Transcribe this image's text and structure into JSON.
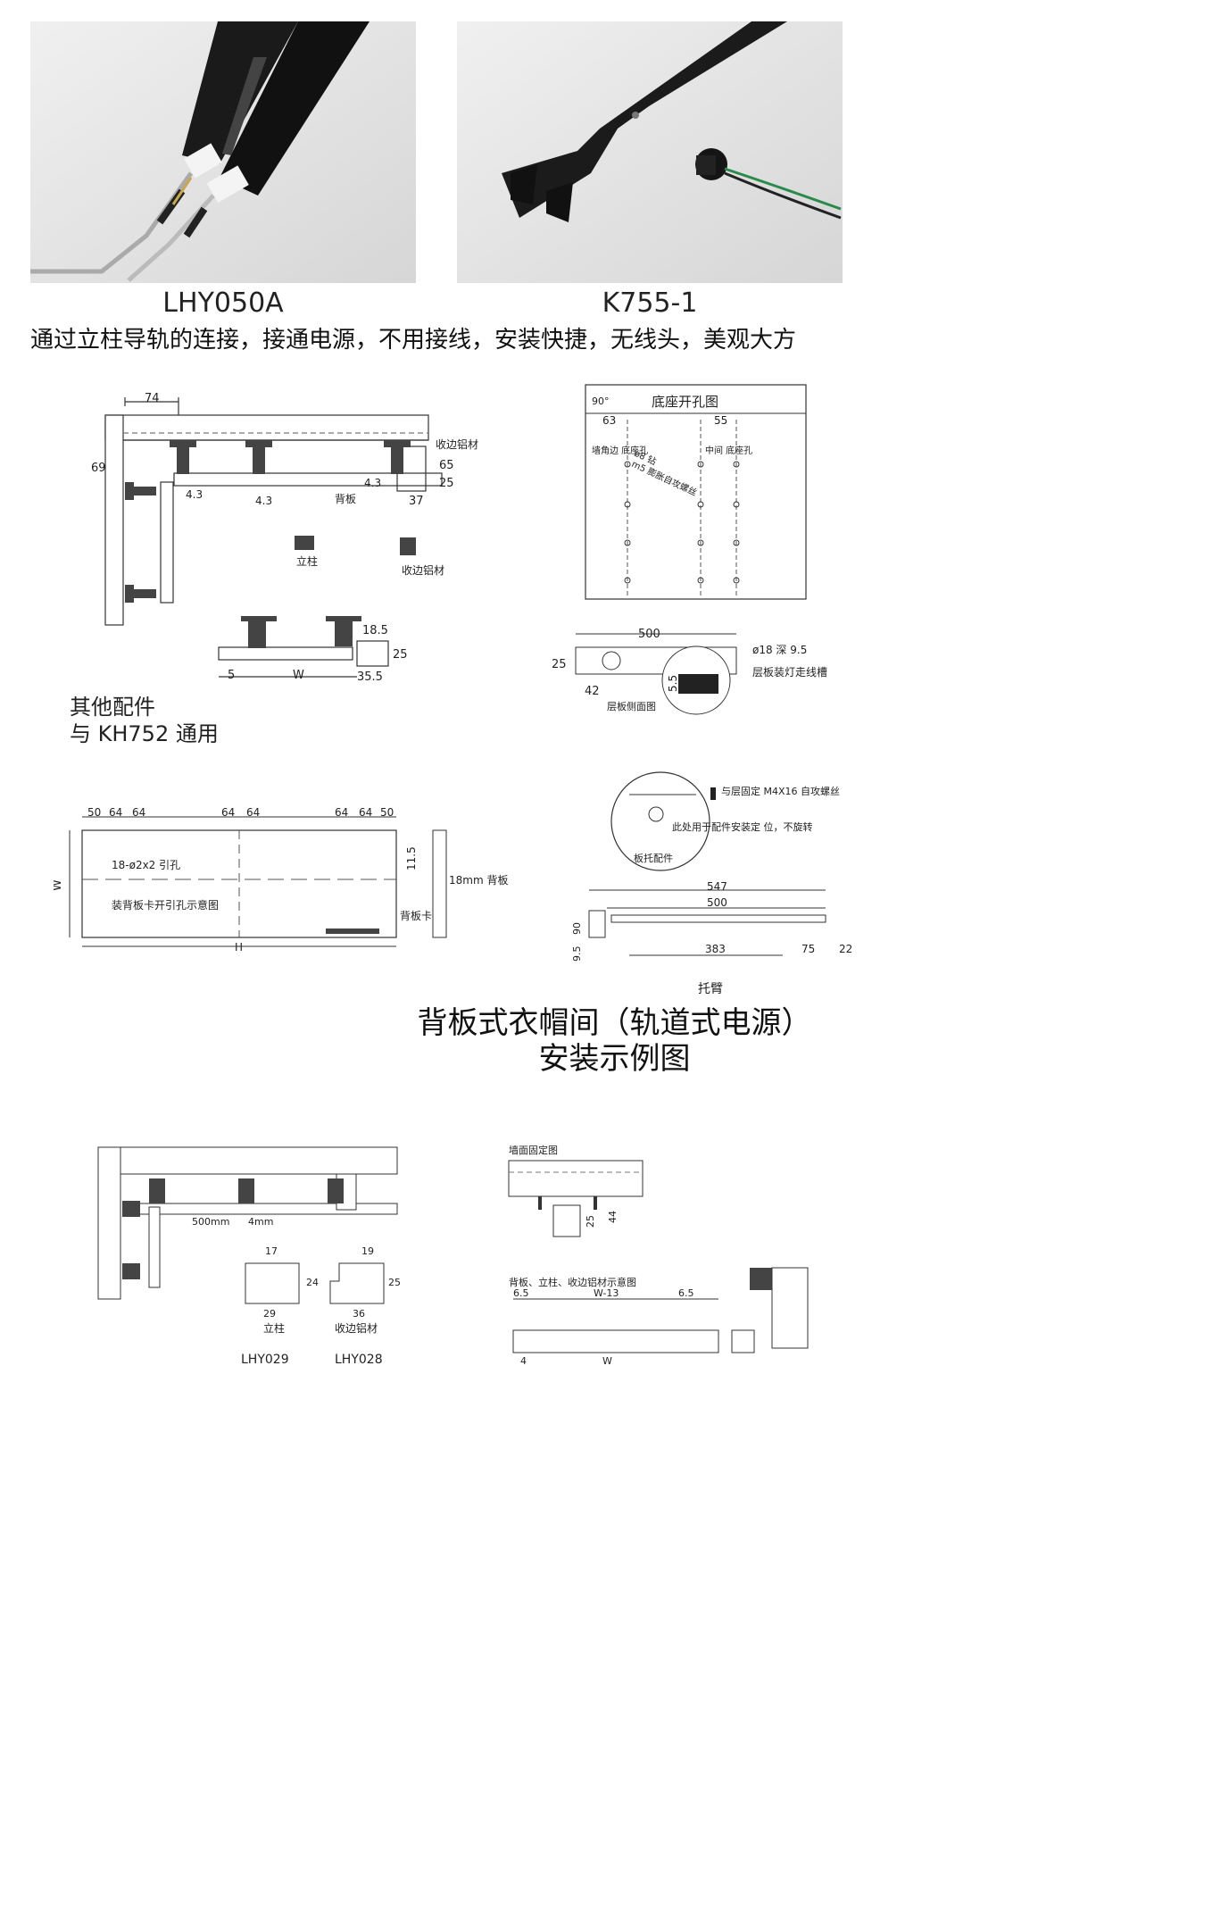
{
  "photos": {
    "left_caption": "LHY050A",
    "right_caption": "K755-1",
    "description": "通过立柱导轨的连接，接通电源，不用接线，安装快捷，无线头，美观大方"
  },
  "fig1": {
    "d74": "74",
    "d69": "69",
    "d65": "65",
    "d25": "25",
    "d43a": "4.3",
    "d43b": "4.3",
    "d43c": "4.3",
    "d37": "37",
    "edge_label": "收边铝材",
    "back_label": "背板",
    "post_label": "立柱",
    "edge_label2": "收边铝材",
    "d185": "18.5",
    "d25b": "25",
    "d5": "5",
    "dW": "W",
    "d355": "35.5"
  },
  "fig2": {
    "title": "底座开孔图",
    "angle": "90°",
    "d63": "63",
    "d55": "55",
    "corner_hole": "墙角边\n底座孔",
    "mid_hole": "中间\n底座孔",
    "screw_a": "ø8 钻",
    "screw_b": "m5 膨胀自攻螺丝"
  },
  "fig3": {
    "d500": "500",
    "d25": "25",
    "d42": "42",
    "d55": "5.5",
    "hole": "ø18 深 9.5",
    "groove": "层板装灯走线槽",
    "side_label": "层板侧面图"
  },
  "other": {
    "line1": "其他配件",
    "line2": "与 KH752 通用"
  },
  "fig4": {
    "d50a": "50",
    "d64a": "64",
    "d64b": "64",
    "d64c": "64",
    "d64d": "64",
    "d64e": "64",
    "d64f": "64",
    "d50b": "50",
    "holes": "18-ø2x2 引孔",
    "dW": "W",
    "note": "装背板卡开引孔示意图",
    "dH": "H",
    "d115": "11.5",
    "board": "18mm 背板",
    "clip": "背板卡"
  },
  "fig5": {
    "screw": "与层固定\nM4X16 自攻螺丝",
    "note": "此处用于配件安装定\n位，不旋转",
    "bracket": "板托配件",
    "d547": "547",
    "d500": "500",
    "d90": "90",
    "d95": "9.5",
    "d383": "383",
    "d75": "75",
    "d22": "22",
    "label": "托臂"
  },
  "section_title": {
    "line1": "背板式衣帽间（轨道式电源）",
    "line2": "安装示例图"
  },
  "fig6": {
    "d500mm": "500mm",
    "d4mm": "4mm",
    "d17": "17",
    "d24": "24",
    "d29": "29",
    "post": "立柱",
    "code1": "LHY029",
    "d19": "19",
    "d25": "25",
    "d36": "36",
    "edge": "收边铝材",
    "code2": "LHY028"
  },
  "fig7": {
    "wall_title": "墙面固定图",
    "d25": "25",
    "d44": "44",
    "combo_title": "背板、立柱、收边铝材示意图",
    "d65a": "6.5",
    "dW13": "W-13",
    "d65b": "6.5",
    "d4": "4",
    "dW": "W"
  }
}
